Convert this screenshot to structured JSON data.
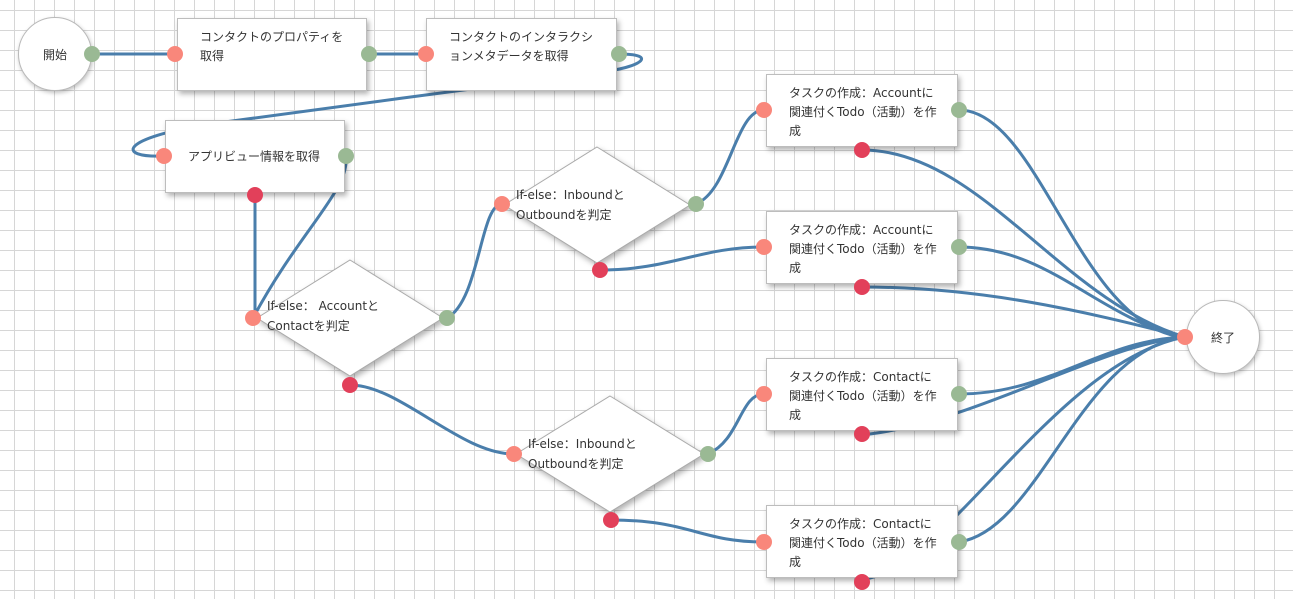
{
  "colors": {
    "edge": "#4a7eab",
    "in_port": "#f9877b",
    "out_port": "#9ab994",
    "err_port": "#e2405a"
  },
  "nodes": {
    "start": {
      "label": "開始"
    },
    "get_contact_props": {
      "label": "コンタクトのプロパティを取得"
    },
    "get_interaction_meta": {
      "label": "コンタクトのインタラクションメタデータを取得"
    },
    "get_app_view": {
      "label": "アプリビュー情報を取得"
    },
    "ifelse_account_contact": {
      "line1": "If-else：  Accountと",
      "line2": "Contactを判定"
    },
    "ifelse_inbound_1": {
      "line1": "If-else：Inboundと",
      "line2": "Outboundを判定"
    },
    "ifelse_inbound_2": {
      "line1": "If-else：Inboundと",
      "line2": "Outboundを判定"
    },
    "task_account_1": {
      "label": "タスクの作成：Accountに関連付くTodo（活動）を作成"
    },
    "task_account_2": {
      "label": "タスクの作成：Accountに関連付くTodo（活動）を作成"
    },
    "task_contact_1": {
      "label": "タスクの作成：Contactに関連付くTodo（活動）を作成"
    },
    "task_contact_2": {
      "label": "タスクの作成：Contactに関連付くTodo（活動）を作成"
    },
    "end": {
      "label": "終了"
    }
  }
}
